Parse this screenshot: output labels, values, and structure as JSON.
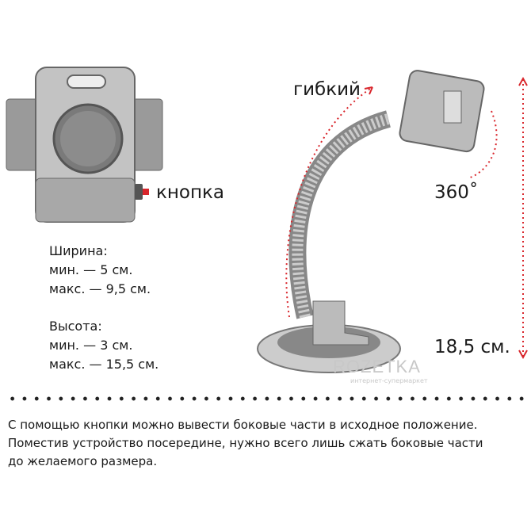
{
  "labels": {
    "button": "кнопка",
    "flexible": "гибкий",
    "rotation": "360˚",
    "height": "18,5 см."
  },
  "specs": {
    "width_title": "Ширина:",
    "width_min": "мин. — 5 см.",
    "width_max": "макс. — 9,5 см.",
    "height_title": "Высота:",
    "height_min": "мин. — 3 см.",
    "height_max": "макс. — 15,5 см."
  },
  "description": [
    "С помощью кнопки можно вывести боковые части в исходное положение.",
    "Поместив устройство посередине, нужно всего лишь сжать боковые части",
    "до желаемого размера."
  ],
  "watermark": {
    "brand": "ROZETKA",
    "tagline": "интернет-супермаркет"
  },
  "colors": {
    "arrow": "#d9262c",
    "device": "#b5b5b5"
  }
}
